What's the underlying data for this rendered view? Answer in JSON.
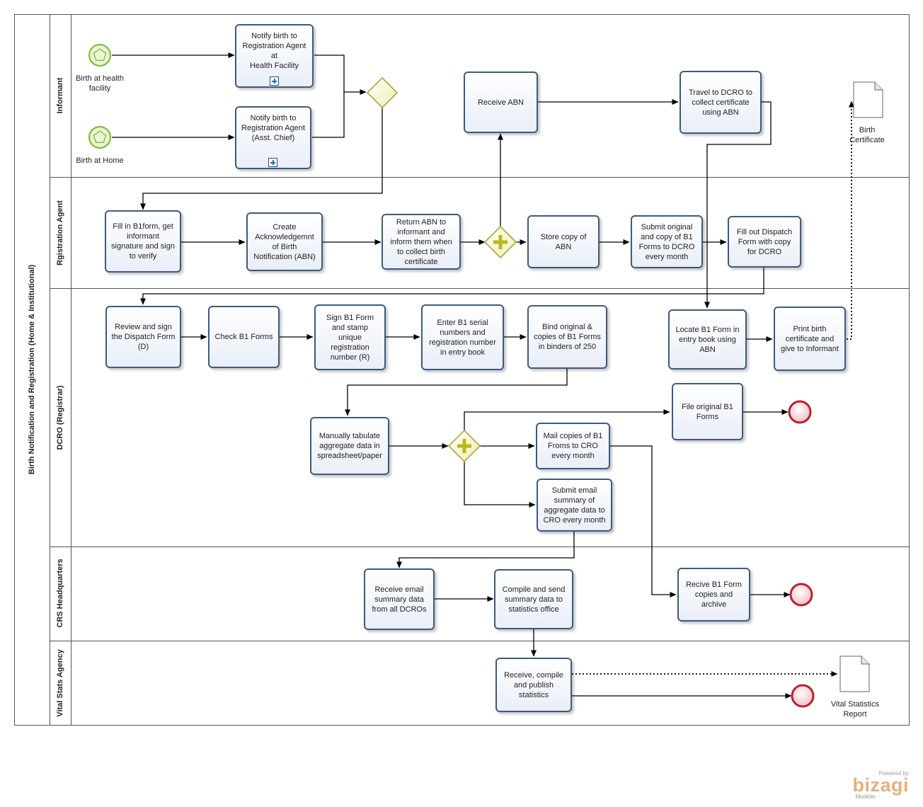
{
  "pool": {
    "title": "Birth Notification and Registration (Home & Institutional)"
  },
  "lanes": [
    {
      "id": "informant",
      "label": "Informant"
    },
    {
      "id": "agent",
      "label": "Rgistration Agent"
    },
    {
      "id": "dcro",
      "label": "DCRO (Registrar)"
    },
    {
      "id": "crs",
      "label": "CRS Headquarters"
    },
    {
      "id": "vital",
      "label": "Vital Stats Agency"
    }
  ],
  "events": {
    "start_health": {
      "label": "Birth at health\nfacility"
    },
    "start_home": {
      "label": "Birth at Home"
    }
  },
  "tasks": {
    "notify_health": "Notify birth to\nRegistration Agent at\nHealth Facility",
    "notify_chief": "Notify birth to\nRegistration Agent\n(Asst. Chief)",
    "receive_abn": "Receive ABN",
    "travel_dcro": "Travel to DCRO to\ncollect certificate\nusing ABN",
    "fill_b1": "Fill in B1form, get\ninformant\nsignature and sign\nto verify",
    "create_abn": "Create\nAcknowledgemnt\nof Birth\nNotification (ABN)",
    "return_abn": "Return ABN to\ninformant and\ninform them when\nto collect birth\ncertificate",
    "store_abn": "Store copy of\nABN",
    "submit_b1": "Submit original\nand copy of B1\nForms to DCRO\nevery month",
    "dispatch": "Fill out Dispatch\nForm with copy\nfor DCRO",
    "review_dispatch": "Review and sign\nthe Dispatch Form\n(D)",
    "check_b1": "Check B1 Forms",
    "sign_b1": "Sign B1 Form\nand stamp\nunique\nregistration\nnumber (R)",
    "enter_b1": "Enter B1 serial\nnumbers and\nregistration number\nin entry book",
    "bind_b1": "Bind original &\ncopies of B1 Forms\nin binders of 250",
    "locate_b1": "Locate B1 Form in\nentry book using\nABN",
    "print_cert": "Print birth\ncertificate and\ngive to Informant",
    "tabulate": "Manually tabulate\naggregate data in\nspreadsheet/paper",
    "file_orig": "File original B1\nForms",
    "mail_copies": "Mail copies of B1\nFroms to CRO\nevery month",
    "submit_email": "Submit email\nsummary of\naggregate data to\nCRO every month",
    "receive_email": "Receive email\nsummary data\nfrom all DCROs",
    "compile_send": "Compile and send\nsummary data to\nstatistics office",
    "recive_archive": "Recive B1 Form\ncopies and\narchive",
    "publish": "Receive, compile\nand publish\nstatistics"
  },
  "artifacts": {
    "birth_cert": "Birth\nCertificate",
    "vital_report": "Vital Statistics\nReport"
  },
  "branding": {
    "powered": "Powered by",
    "name": "bizagi",
    "product": "Modeler"
  },
  "colors": {
    "task_border": "#3d5a80",
    "start_fill": "#d7f0b0",
    "start_stroke": "#7fb63a",
    "end_fill": "#f4c9ce",
    "end_stroke": "#b8222f",
    "gateway_fill": "#f7f7c6",
    "gateway_stroke": "#a8a83a",
    "logo": "#e8b07a"
  }
}
